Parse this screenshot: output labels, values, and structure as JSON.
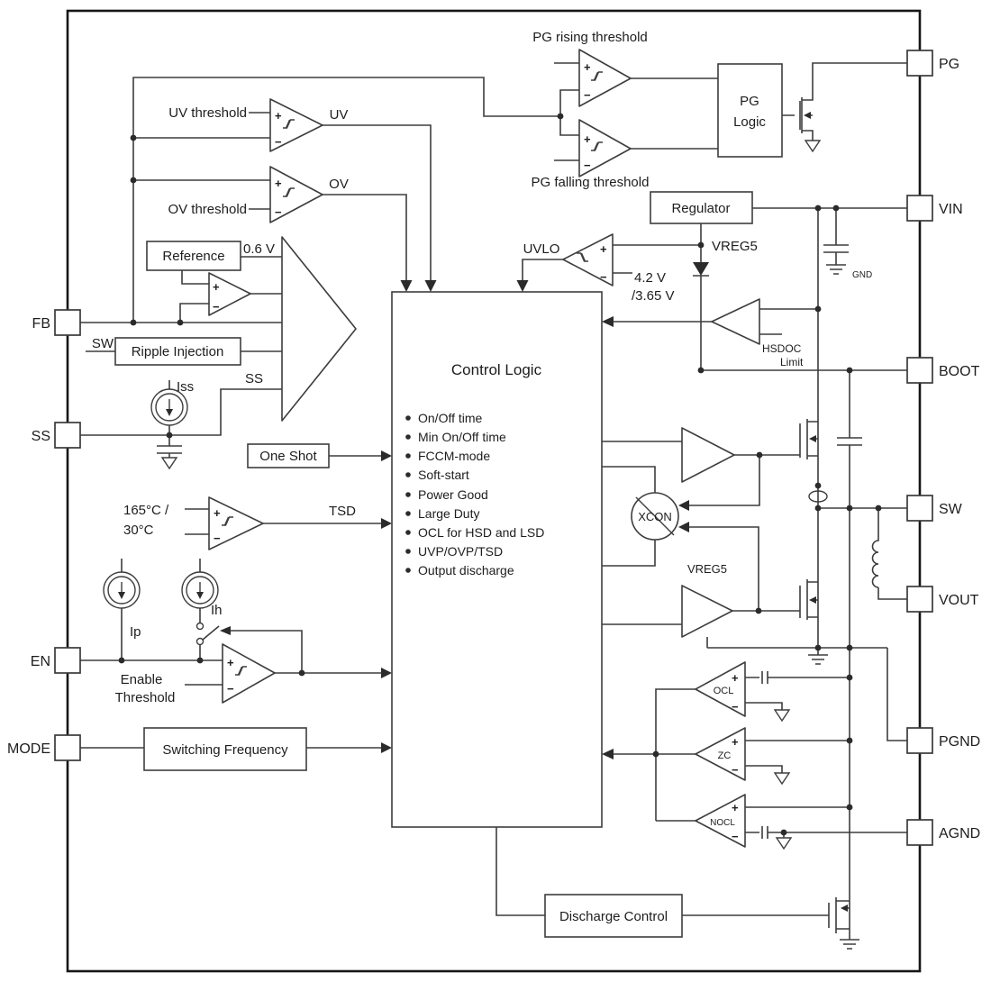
{
  "signs": {
    "plus": "+",
    "minus": "−"
  },
  "pins": {
    "fb": "FB",
    "ss": "SS",
    "en": "EN",
    "mode": "MODE",
    "pg": "PG",
    "vin": "VIN",
    "boot": "BOOT",
    "sw": "SW",
    "vout": "VOUT",
    "pgnd": "PGND",
    "agnd": "AGND"
  },
  "blocks": {
    "regulator": "Regulator",
    "reference": "Reference",
    "ripple_injection": "Ripple Injection",
    "one_shot": "One Shot",
    "switching_frequency": "Switching Frequency",
    "discharge_control": "Discharge Control",
    "pg_logic_1": "PG",
    "pg_logic_2": "Logic"
  },
  "control_logic": {
    "title": "Control Logic",
    "items": [
      "On/Off time",
      "Min On/Off time",
      "FCCM-mode",
      "Soft-start",
      "Power Good",
      "Large Duty",
      "OCL for HSD and LSD",
      "UVP/OVP/TSD",
      "Output discharge"
    ]
  },
  "labels": {
    "pg_rising": "PG rising threshold",
    "pg_falling": "PG falling threshold",
    "uv_threshold": "UV threshold",
    "ov_threshold": "OV threshold",
    "uv": "UV",
    "ov": "OV",
    "vref": "0.6 V",
    "iss": "Iss",
    "ss_node": "SS",
    "sw_input": "SW",
    "uvlo": "UVLO",
    "uvlo_v1": "4.2 V",
    "uvlo_v2": "/3.65 V",
    "vreg5": "VREG5",
    "vreg5_driver": "VREG5",
    "gnd": "GND",
    "hsdoc": "HSDOC",
    "hsdoc_limit": "Limit",
    "tsd": "TSD",
    "temp_1": "165°C /",
    "temp_2": "30°C",
    "ip": "Ip",
    "ih": "Ih",
    "enable_1": "Enable",
    "enable_2": "Threshold",
    "xcon": "XCON",
    "ocl": "OCL",
    "zc": "ZC",
    "nocl": "NOCL"
  }
}
